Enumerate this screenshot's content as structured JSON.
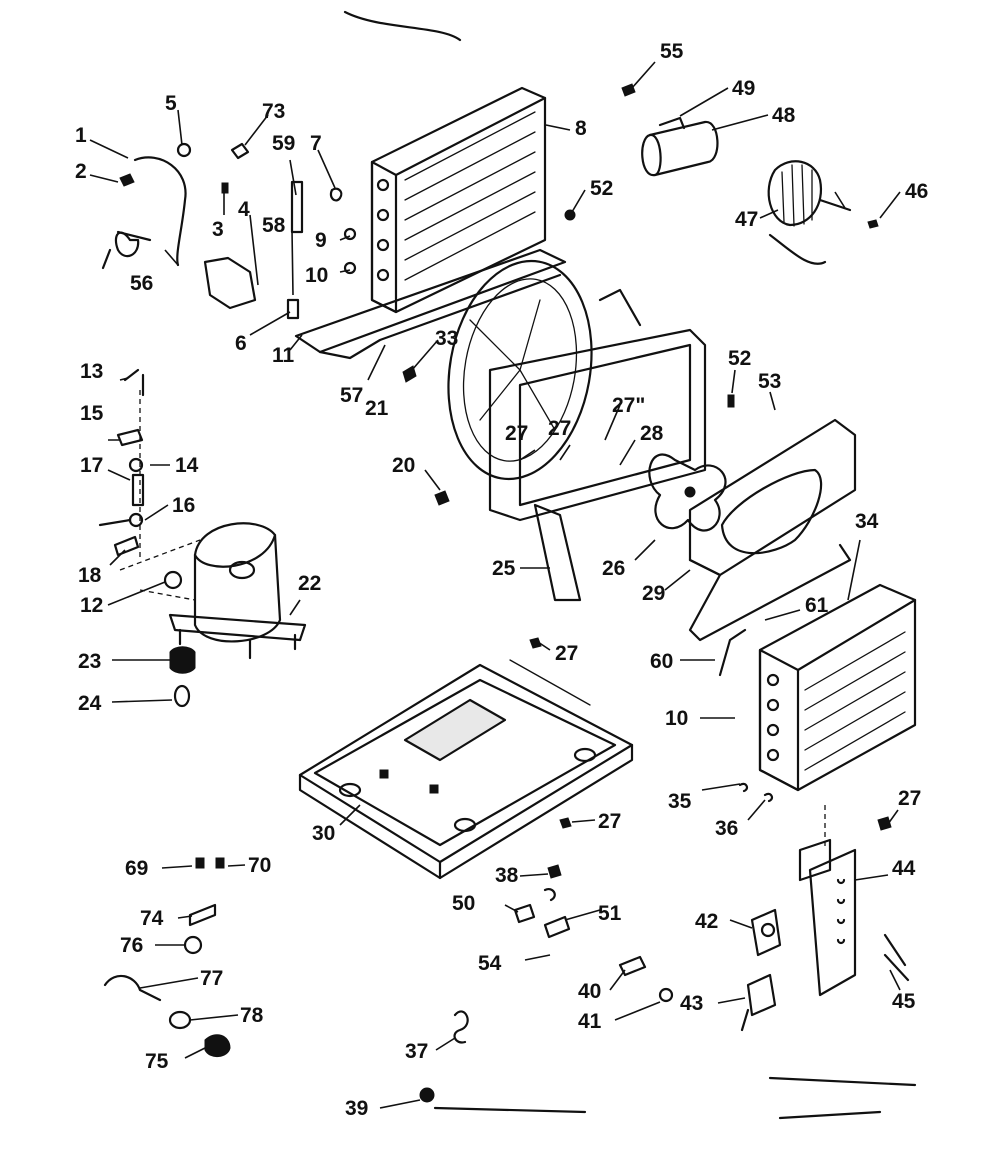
{
  "labels": {
    "l1": "1",
    "l2": "2",
    "l3": "3",
    "l4": "4",
    "l5": "5",
    "l6": "6",
    "l7": "7",
    "l8": "8",
    "l9": "9",
    "l10a": "10",
    "l10b": "10",
    "l11": "11",
    "l12": "12",
    "l13": "13",
    "l14": "14",
    "l15": "15",
    "l16": "16",
    "l17": "17",
    "l18": "18",
    "l20": "20",
    "l21": "21",
    "l22": "22",
    "l23": "23",
    "l24": "24",
    "l25": "25",
    "l26": "26",
    "l27a": "27",
    "l27b": "27",
    "l27c": "27\"",
    "l27d": "27",
    "l27e": "27",
    "l27f": "27",
    "l28": "28",
    "l29": "29",
    "l30": "30",
    "l33": "33",
    "l34": "34",
    "l35": "35",
    "l36": "36",
    "l37": "37",
    "l38": "38",
    "l39": "39",
    "l40": "40",
    "l41": "41",
    "l42": "42",
    "l43": "43",
    "l44": "44",
    "l45": "45",
    "l46": "46",
    "l47": "47",
    "l48": "48",
    "l49": "49",
    "l50": "50",
    "l51": "51",
    "l52a": "52",
    "l52b": "52",
    "l53": "53",
    "l54": "54",
    "l55": "55",
    "l56": "56",
    "l57": "57",
    "l58": "58",
    "l59": "59",
    "l60": "60",
    "l61": "61",
    "l69": "69",
    "l70": "70",
    "l73": "73",
    "l74": "74",
    "l75": "75",
    "l76": "76",
    "l77": "77",
    "l78": "78"
  }
}
